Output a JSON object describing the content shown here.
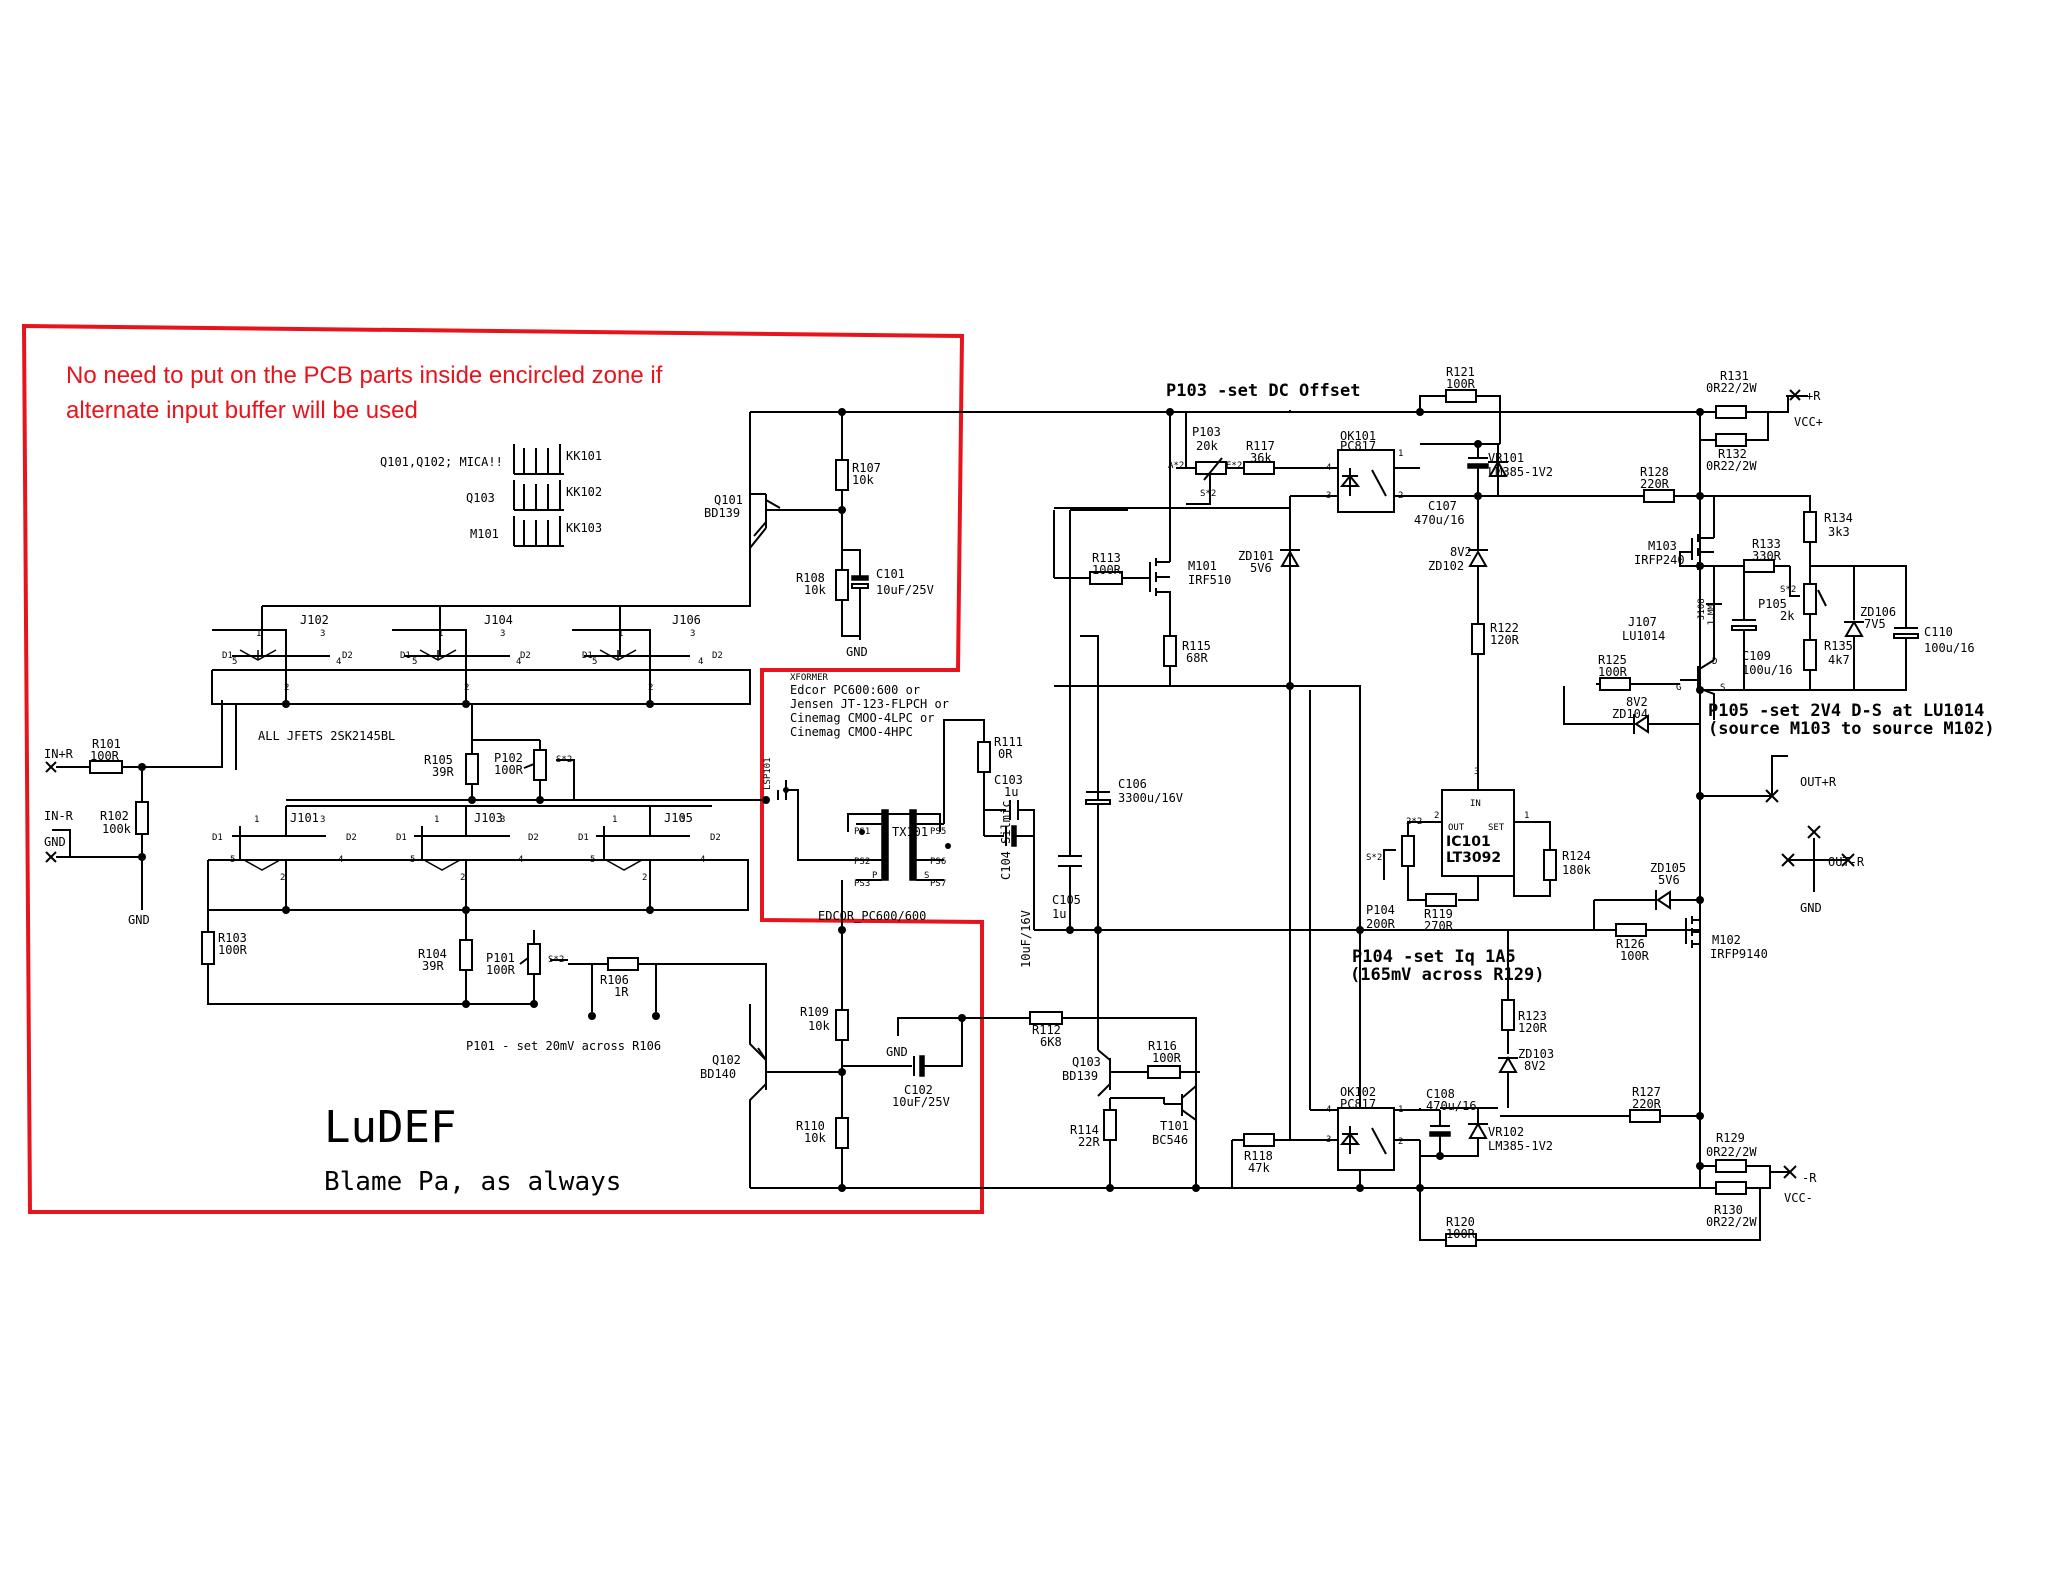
{
  "note": {
    "line1": "No need to put on the PCB parts inside encircled zone if",
    "line2": "alternate input buffer will be used"
  },
  "title": {
    "main": "LuDEF",
    "sub": "Blame Pa, as always"
  },
  "annotations": {
    "p103": "P103 -set DC Offset",
    "p105_1": "P105 -set 2V4 D-S at LU1014",
    "p105_2": "(source M103 to source M102)",
    "p104_1": "P104 -set Iq 1A5",
    "p104_2": "(165mV across R129)",
    "p101": "P101 - set 20mV across R106",
    "jfets": "ALL JFETS 2SK2145BL",
    "xformer": [
      "XFORMER",
      "Edcor PC600:600 or",
      "Jensen JT-123-FLPCH or",
      "Cinemag CMOO-4LPC or",
      "Cinemag CMOO-4HPC"
    ],
    "heatsinks": [
      {
        "label": "Q101,Q102; MICA!!",
        "ref": "KK101"
      },
      {
        "label": "Q103",
        "ref": "KK102"
      },
      {
        "label": "M101",
        "ref": "KK103"
      }
    ]
  },
  "connectors": {
    "in_r": "IN+R",
    "in_n": "IN-R",
    "gnd": "GND",
    "vcc_plus": "VCC+",
    "plus_r": "+R",
    "vcc_minus": "VCC-",
    "minus_r": "-R",
    "out_plus": "OUT+R",
    "out_minus": "OUT-R"
  },
  "components": {
    "r101": [
      "R101",
      "100R"
    ],
    "r102": [
      "R102",
      "100k"
    ],
    "r103": [
      "R103",
      "100R"
    ],
    "r104": [
      "R104",
      "39R"
    ],
    "r105": [
      "R105",
      "39R"
    ],
    "r106": [
      "R106",
      "1R"
    ],
    "r107": [
      "R107",
      "10k"
    ],
    "r108": [
      "R108",
      "10k"
    ],
    "r109": [
      "R109",
      "10k"
    ],
    "r110": [
      "R110",
      "10k"
    ],
    "r111": [
      "R111",
      "0R"
    ],
    "r112": [
      "R112",
      "6K8"
    ],
    "r113": [
      "R113",
      "100R"
    ],
    "r114": [
      "R114",
      "22R"
    ],
    "r115": [
      "R115",
      "68R"
    ],
    "r116": [
      "R116",
      "100R"
    ],
    "r117": [
      "R117",
      "36k"
    ],
    "r118": [
      "R118",
      "47k"
    ],
    "r119": [
      "R119",
      "270R"
    ],
    "r120": [
      "R120",
      "100R"
    ],
    "r121": [
      "R121",
      "100R"
    ],
    "r122": [
      "R122",
      "120R"
    ],
    "r123": [
      "R123",
      "120R"
    ],
    "r124": [
      "R124",
      "180k"
    ],
    "r125": [
      "R125",
      "100R"
    ],
    "r126": [
      "R126",
      "100R"
    ],
    "r127": [
      "R127",
      "220R"
    ],
    "r128": [
      "R128",
      "220R"
    ],
    "r129": [
      "R129",
      "0R22/2W"
    ],
    "r130": [
      "R130",
      "0R22/2W"
    ],
    "r131": [
      "R131",
      "0R22/2W"
    ],
    "r132": [
      "R132",
      "0R22/2W"
    ],
    "r133": [
      "R133",
      "330R"
    ],
    "r134": [
      "R134",
      "3k3"
    ],
    "r135": [
      "R135",
      "4k7"
    ],
    "p101": [
      "P101",
      "100R"
    ],
    "p102": [
      "P102",
      "100R"
    ],
    "p103": [
      "P103",
      "20k"
    ],
    "p104": [
      "P104",
      "200R"
    ],
    "p105": [
      "P105",
      "2k"
    ],
    "c101": [
      "C101",
      "10uF/25V"
    ],
    "c102": [
      "C102",
      "10uF/25V"
    ],
    "c103": [
      "C103",
      "1u"
    ],
    "c104": [
      "C104 Silmic",
      "10uF/16V"
    ],
    "c105": [
      "C105",
      "1u"
    ],
    "c106": [
      "C106",
      "3300u/16V"
    ],
    "c107": [
      "C107",
      "470u/16"
    ],
    "c108": [
      "C108",
      "470u/16"
    ],
    "c109": [
      "C109",
      "100u/16"
    ],
    "c110": [
      "C110",
      "100u/16"
    ],
    "q101": [
      "Q101",
      "BD139"
    ],
    "q102": [
      "Q102",
      "BD140"
    ],
    "q103": [
      "Q103",
      "BD139"
    ],
    "t101": [
      "T101",
      "BC546"
    ],
    "m101": [
      "M101",
      "IRF510"
    ],
    "m102": [
      "M102",
      "IRFP9140"
    ],
    "m103": [
      "M103",
      "IRFP240"
    ],
    "j101": "J101",
    "j102": "J102",
    "j103": "J103",
    "j104": "J104",
    "j105": "J105",
    "j106": "J106",
    "j107": [
      "J107",
      "LU1014"
    ],
    "j108": [
      "J108",
      "J.MM"
    ],
    "ok101": [
      "OK101",
      "PC817"
    ],
    "ok102": [
      "OK102",
      "PC817"
    ],
    "vr101": [
      "VR101",
      "LM385-1V2"
    ],
    "vr102": [
      "VR102",
      "LM385-1V2"
    ],
    "zd101": [
      "ZD101",
      "5V6"
    ],
    "zd102": [
      "8V2",
      "ZD102"
    ],
    "zd103": [
      "ZD103",
      "8V2"
    ],
    "zd104": [
      "8V2",
      "ZD104"
    ],
    "zd105": [
      "ZD105",
      "5V6"
    ],
    "zd106": [
      "ZD106",
      "7V5"
    ],
    "ic101": [
      "IC101",
      "LT3092"
    ],
    "tx101": [
      "TX101",
      "EDCOR_PC600/600"
    ],
    "lsp101": "LSP101"
  },
  "colors": {
    "zone": "#e8141c",
    "ink": "#000000"
  }
}
